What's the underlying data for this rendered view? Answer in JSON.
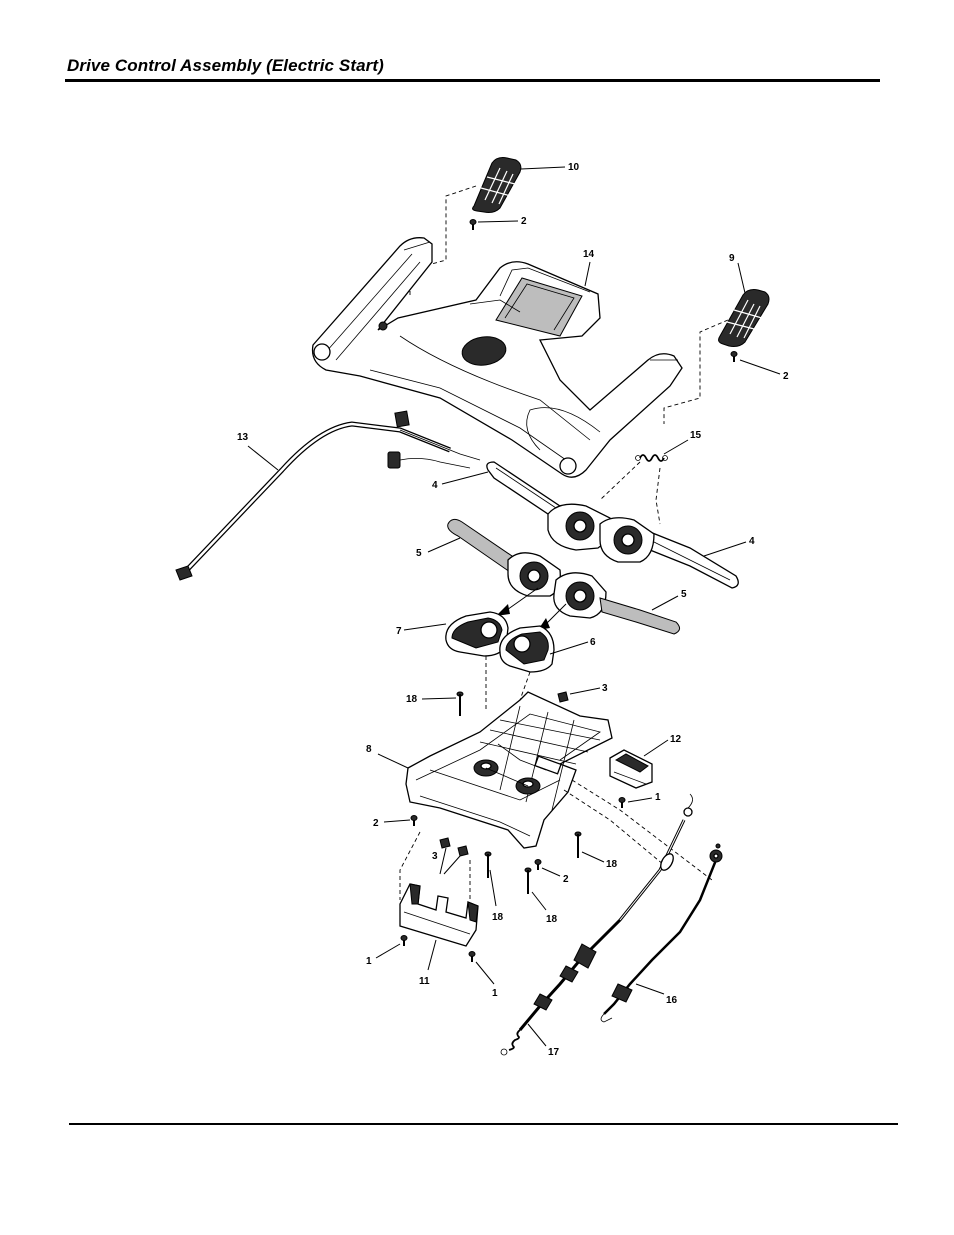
{
  "header": {
    "title": "Drive Control Assembly (Electric Start)"
  },
  "callouts": {
    "c10": "10",
    "c2_top": "2",
    "c14": "14",
    "c9": "9",
    "c2_right": "2",
    "c13": "13",
    "c15": "15",
    "c4_left": "4",
    "c4_right": "4",
    "c5_left": "5",
    "c5_right": "5",
    "c7": "7",
    "c6": "6",
    "c18_top": "18",
    "c3_top": "3",
    "c12": "12",
    "c8": "8",
    "c1_right": "1",
    "c2_mid": "2",
    "c3_left": "3",
    "c2_low": "2",
    "c18_a": "18",
    "c18_b": "18",
    "c18_c": "18",
    "c1_left": "1",
    "c11": "11",
    "c1_low": "1",
    "c16": "16",
    "c17": "17"
  },
  "colors": {
    "ink": "#000000",
    "background": "#ffffff",
    "shade_dark": "#2a2a2a",
    "shade_mid": "#bdbdbd"
  }
}
